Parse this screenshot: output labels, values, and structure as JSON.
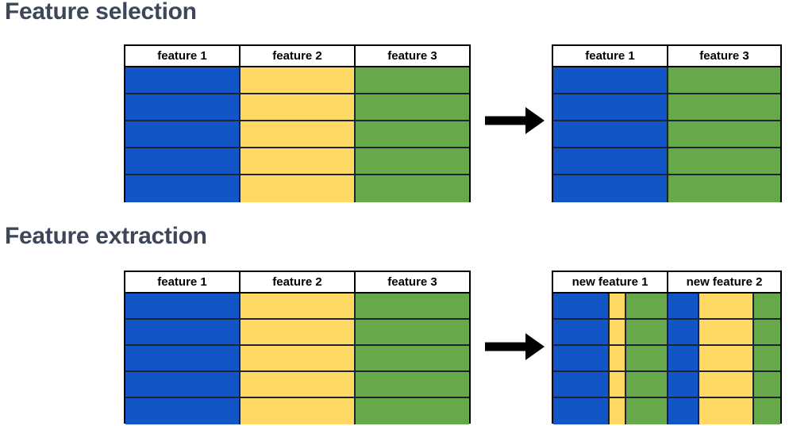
{
  "page": {
    "background": "#ffffff",
    "title_color": "#3d4759"
  },
  "palette": {
    "blue": "#1255c4",
    "yellow": "#ffd964",
    "green": "#67a84a",
    "border": "#1b2430",
    "outline": "#000000",
    "arrow": "#000000"
  },
  "sections": [
    {
      "id": "feature-selection",
      "title": "Feature selection",
      "input_table": {
        "headers": [
          "feature 1",
          "feature 2",
          "feature 3"
        ],
        "column_colors": [
          "blue",
          "yellow",
          "green"
        ],
        "rows": 5
      },
      "arrow": {
        "direction": "right",
        "label": ""
      },
      "output_table": {
        "headers": [
          "feature 1",
          "feature 3"
        ],
        "column_colors": [
          "blue",
          "green"
        ],
        "rows": 5
      }
    },
    {
      "id": "feature-extraction",
      "title": "Feature extraction",
      "input_table": {
        "headers": [
          "feature 1",
          "feature 2",
          "feature 3"
        ],
        "column_colors": [
          "blue",
          "yellow",
          "green"
        ],
        "rows": 5
      },
      "arrow": {
        "direction": "right",
        "label": ""
      },
      "output_table": {
        "headers": [
          "new feature 1",
          "new feature 2"
        ],
        "rows": 5,
        "composite_columns": [
          {
            "name": "new feature 1",
            "bands": [
              {
                "color": "blue",
                "weight": 48
              },
              {
                "color": "yellow",
                "weight": 15
              },
              {
                "color": "green",
                "weight": 37
              }
            ]
          },
          {
            "name": "new feature 2",
            "bands": [
              {
                "color": "blue",
                "weight": 26
              },
              {
                "color": "yellow",
                "weight": 49
              },
              {
                "color": "green",
                "weight": 25
              }
            ]
          }
        ]
      }
    }
  ]
}
